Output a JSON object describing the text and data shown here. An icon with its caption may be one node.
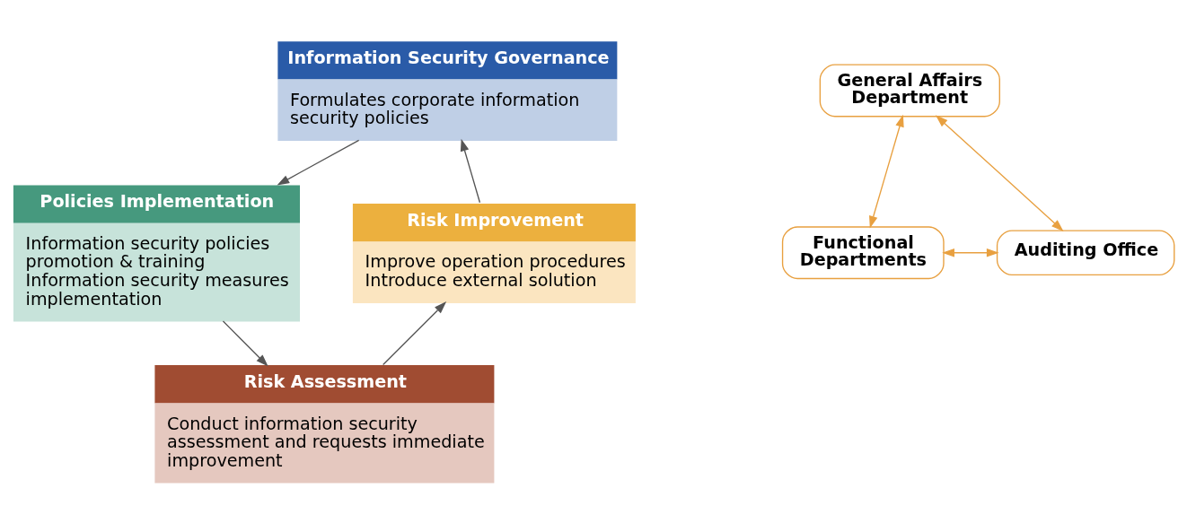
{
  "diagram": {
    "nodes": [
      {
        "text": [
          "Information Security Governance",
          "Formulates corporate information security policies"
        ]
      },
      {
        "text": [
          "Policies Implementation",
          "Information security policies promotion & training",
          "Information security measures implementation"
        ]
      },
      {
        "text": [
          "General Affairs Department"
        ]
      },
      {
        "text": [
          "Risk Improvement",
          "Improve operation procedures",
          "Introduce external solution"
        ]
      },
      {
        "text": [
          "Functional Departments"
        ]
      },
      {
        "text": [
          "Auditing Office"
        ]
      },
      {
        "text": [
          "Risk Assessment",
          "Conduct information security assessment and requests immediate improvement"
        ]
      }
    ],
    "edges": [
      {
        "from": 0,
        "to": 1,
        "arrow": "to"
      },
      {
        "from": 1,
        "to": 6,
        "arrow": "to"
      },
      {
        "from": 6,
        "to": 3,
        "arrow": "to"
      },
      {
        "from": 3,
        "to": 0,
        "arrow": "to"
      },
      {
        "from": 2,
        "to": 4,
        "arrow": "both",
        "color": "#e8a040"
      },
      {
        "from": 2,
        "to": 5,
        "arrow": "both",
        "color": "#e8a040"
      },
      {
        "from": 4,
        "to": 5,
        "arrow": "both",
        "color": "#e8a040"
      }
    ]
  }
}
